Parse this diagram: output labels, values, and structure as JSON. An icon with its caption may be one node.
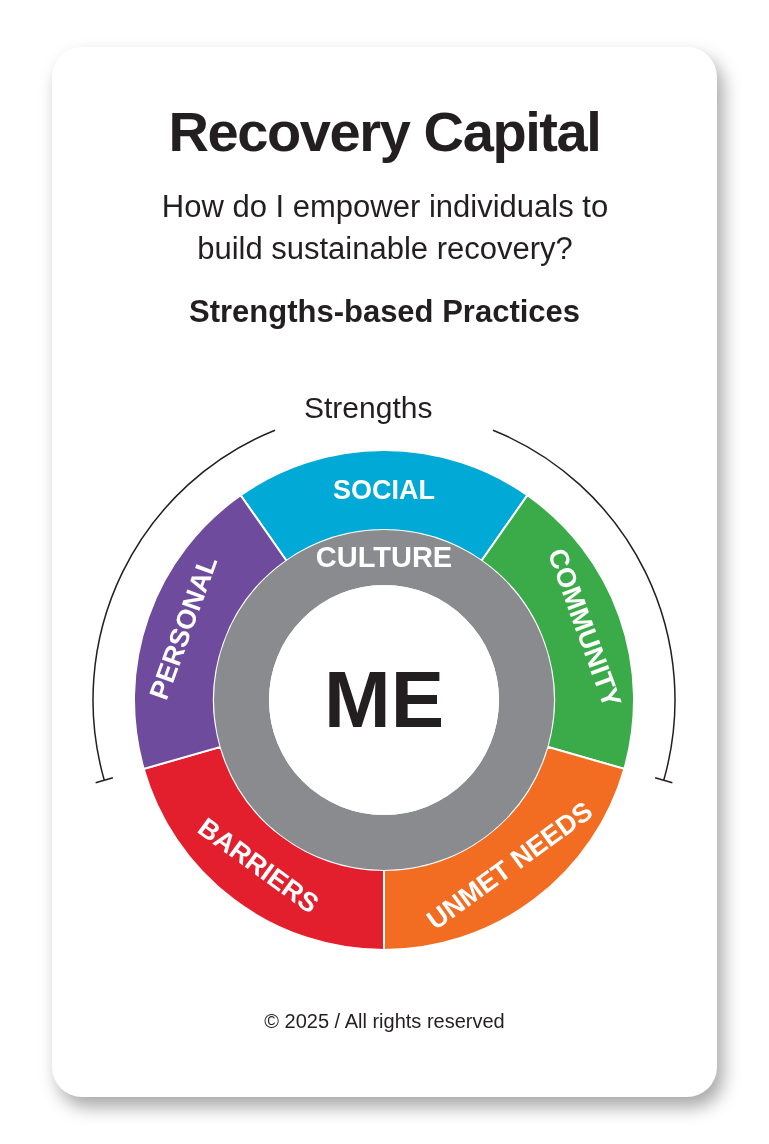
{
  "diagram": {
    "title": "Recovery Capital",
    "nodes": [
      {
        "text": [
          "SOCIAL"
        ]
      },
      {
        "text": [
          "COMMUNITY"
        ]
      },
      {
        "text": [
          "UNMET NEEDS"
        ]
      },
      {
        "text": [
          "BARRIERS"
        ]
      },
      {
        "text": [
          "PERSONAL"
        ]
      },
      {
        "text": [
          "CULTURE"
        ]
      },
      {
        "text": [
          "ME"
        ],
        "in": 5
      }
    ],
    "labels": [
      "How do I empower individuals to build sustainable recovery?",
      "Strengths-based Practices",
      "Strengths",
      "© 2025 / All rights reserved"
    ]
  }
}
